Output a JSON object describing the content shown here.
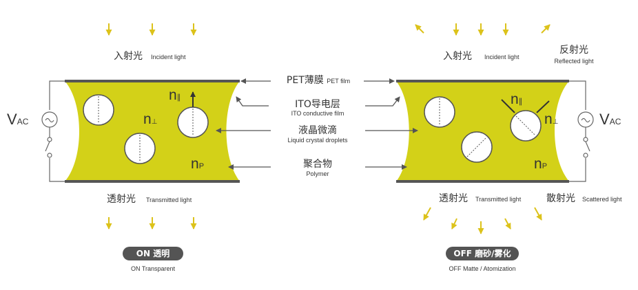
{
  "labels": {
    "incident_zh": "入射光",
    "incident_en": "Incident light",
    "reflected_zh": "反射光",
    "reflected_en": "Reflected light",
    "transmitted_zh": "透射光",
    "transmitted_en": "Transmitted light",
    "scattered_zh": "散射光",
    "scattered_en": "Scattered light",
    "pet_zh": "PET薄膜",
    "pet_en": "PET film",
    "ito_zh": "ITO导电层",
    "ito_en": "ITO conductive film",
    "lc_zh": "液晶微滴",
    "lc_en": "Liquid crystal droplets",
    "polymer_zh": "聚合物",
    "polymer_en": "Polymer"
  },
  "symbols": {
    "vac_main": "V",
    "vac_sub": "AC",
    "n_main": "n",
    "n_par_sub": "∥",
    "n_perp_sub": "⊥",
    "n_p_sub": "P"
  },
  "states": {
    "on_badge": "ON  透明",
    "on_caption": "ON  Transparent",
    "off_badge": "OFF 磨砂/雾化",
    "off_caption": "OFF  Matte / Atomization"
  },
  "colors": {
    "film_yellow": "#d3d118",
    "arrow_yellow": "#dcc21a",
    "badge_gray": "#545454"
  }
}
